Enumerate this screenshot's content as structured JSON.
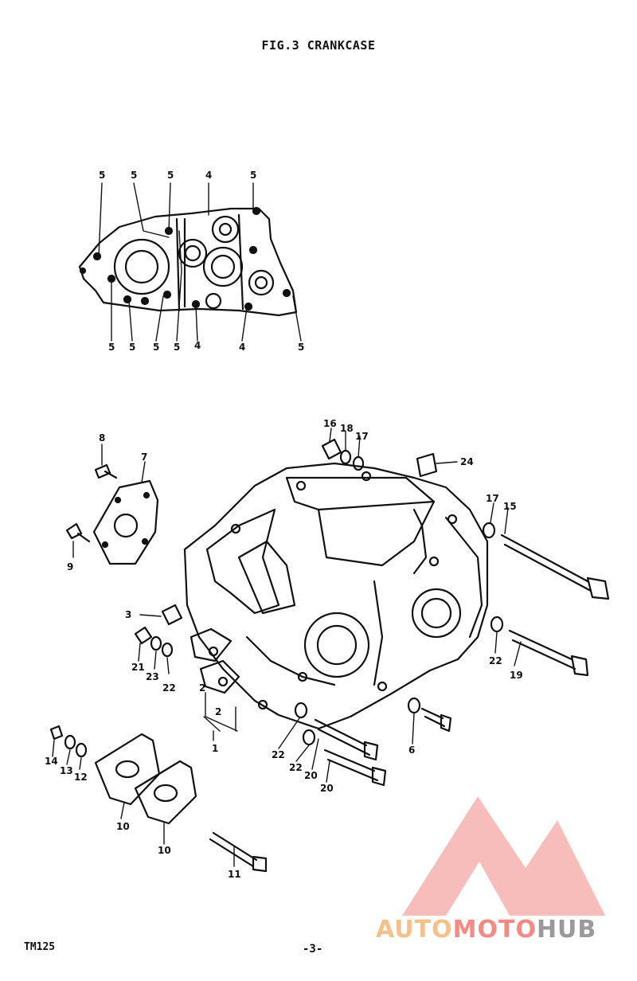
{
  "title": "FIG.3 CRANKCASE",
  "footer": {
    "model": "TM125",
    "page": "-3-"
  },
  "watermark": {
    "part1": "AUTO",
    "part2": "MOTO",
    "part3": "HUB",
    "colors": [
      "#f6c08a",
      "#f58a85",
      "#9a9a9a"
    ]
  },
  "callouts": {
    "top": {
      "c1": "5",
      "c2": "5",
      "c3": "5",
      "c4": "4",
      "c5": "5",
      "c6": "5",
      "c7": "5",
      "c8": "5",
      "c9": "5",
      "c10": "4",
      "c11": "4",
      "c12": "5"
    },
    "main": {
      "n8": "8",
      "n7": "7",
      "n9": "9",
      "n3": "3",
      "n21": "21",
      "n23": "23",
      "n22a": "22",
      "n16": "16",
      "n18": "18",
      "n17a": "17",
      "n24": "24",
      "n17b": "17",
      "n15": "15",
      "n22b": "22",
      "n19": "19",
      "n2a": "2",
      "n2b": "2",
      "n1": "1",
      "n22c": "22",
      "n22d": "22",
      "n20a": "20",
      "n20b": "20",
      "n6": "6",
      "n14": "14",
      "n13": "13",
      "n12": "12",
      "n10a": "10",
      "n10b": "10",
      "n11": "11"
    }
  }
}
